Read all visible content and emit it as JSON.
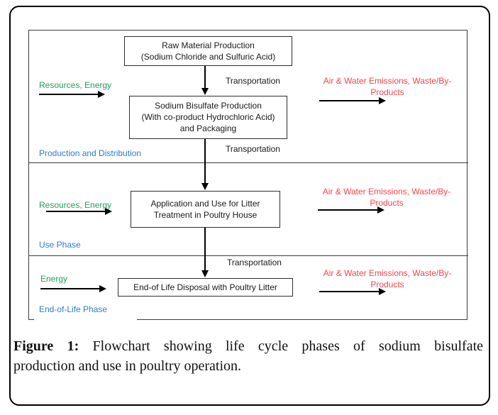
{
  "diagram": {
    "boxes": [
      {
        "lines": [
          "Raw Material Production",
          "(Sodium Chloride and Sulfuric Acid)"
        ]
      },
      {
        "lines": [
          "Sodium Bisulfate Production",
          "(With co-product Hydrochloric Acid)",
          "and Packaging"
        ]
      },
      {
        "lines": [
          "Application and Use for Litter",
          "Treatment in Poultry House"
        ]
      },
      {
        "lines": [
          "End-of Life Disposal with Poultry Litter"
        ]
      }
    ],
    "transport_labels": [
      "Transportation",
      "Transportation",
      "Transportation"
    ],
    "phases": [
      {
        "name": "Production and Distribution",
        "input_label": "Resources, Energy",
        "output_label": "Air & Water Emissions, Waste/By-Products"
      },
      {
        "name": "Use Phase",
        "input_label": "Resources, Energy",
        "output_label": "Air & Water Emissions, Waste/By-Products"
      },
      {
        "name": "End-of-Life Phase",
        "input_label": "Energy",
        "output_label": "Air & Water Emissions, Waste/By-Products"
      }
    ],
    "colors": {
      "input_green": "#21A15C",
      "output_red": "#F8434A",
      "phase_blue": "#2B7CCE"
    }
  },
  "caption": {
    "label": "Figure 1:",
    "line1": "Flowchart showing life cycle phases of sodium bisulfate",
    "line2": "production and use in poultry operation."
  }
}
